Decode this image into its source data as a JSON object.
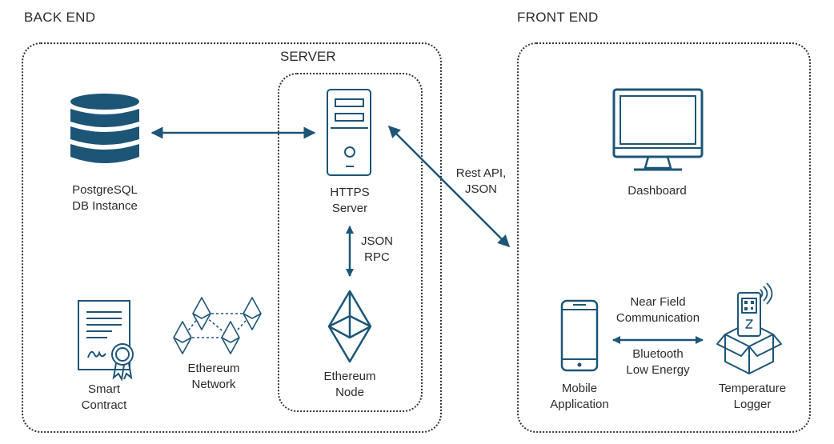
{
  "sections": {
    "back_end": "BACK END",
    "front_end": "FRONT END",
    "server": "SERVER"
  },
  "nodes": {
    "postgres_line1": "PostgreSQL",
    "postgres_line2": "DB Instance",
    "https_line1": "HTTPS",
    "https_line2": "Server",
    "eth_node_line1": "Ethereum",
    "eth_node_line2": "Node",
    "smart_contract_line1": "Smart",
    "smart_contract_line2": "Contract",
    "eth_network_line1": "Ethereum",
    "eth_network_line2": "Network",
    "dashboard": "Dashboard",
    "mobile_line1": "Mobile",
    "mobile_line2": "Application",
    "logger_line1": "Temperature",
    "logger_line2": "Logger"
  },
  "edges": {
    "rest_line1": "Rest API,",
    "rest_line2": "JSON",
    "jsonrpc_line1": "JSON",
    "jsonrpc_line2": "RPC",
    "nfc_line1": "Near Field",
    "nfc_line2": "Communication",
    "ble_line1": "Bluetooth",
    "ble_line2": "Low Energy"
  },
  "colors": {
    "accent": "#1d5577",
    "outline": "#333333"
  }
}
